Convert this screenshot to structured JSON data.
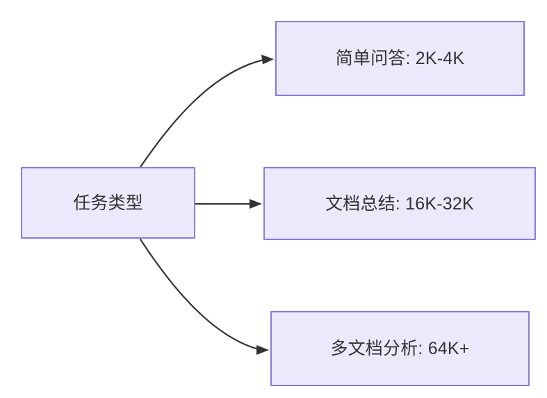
{
  "diagram": {
    "type": "flowchart",
    "direction": "left-to-right",
    "background_color": "#ffffff",
    "node_fill_color": "#ebe9fb",
    "node_border_color": "#8b7bd8",
    "node_text_color": "#333333",
    "edge_color": "#333333",
    "source": {
      "id": "task-type",
      "label": "任务类型"
    },
    "targets": [
      {
        "id": "simple-qa",
        "label": "简单问答: 2K-4K",
        "task": "简单问答",
        "context_range": "2K-4K"
      },
      {
        "id": "doc-summary",
        "label": "文档总结: 16K-32K",
        "task": "文档总结",
        "context_range": "16K-32K"
      },
      {
        "id": "multi-doc",
        "label": "多文档分析: 64K+",
        "task": "多文档分析",
        "context_range": "64K+"
      }
    ],
    "edges": [
      {
        "id": "edge-to-simple-qa",
        "from": "任务类型",
        "to": "简单问答: 2K-4K",
        "style": "curved-arrow"
      },
      {
        "id": "edge-to-doc-summary",
        "from": "任务类型",
        "to": "文档总结: 16K-32K",
        "style": "straight-arrow"
      },
      {
        "id": "edge-to-multi-doc",
        "from": "任务类型",
        "to": "多文档分析: 64K+",
        "style": "curved-arrow"
      }
    ]
  }
}
